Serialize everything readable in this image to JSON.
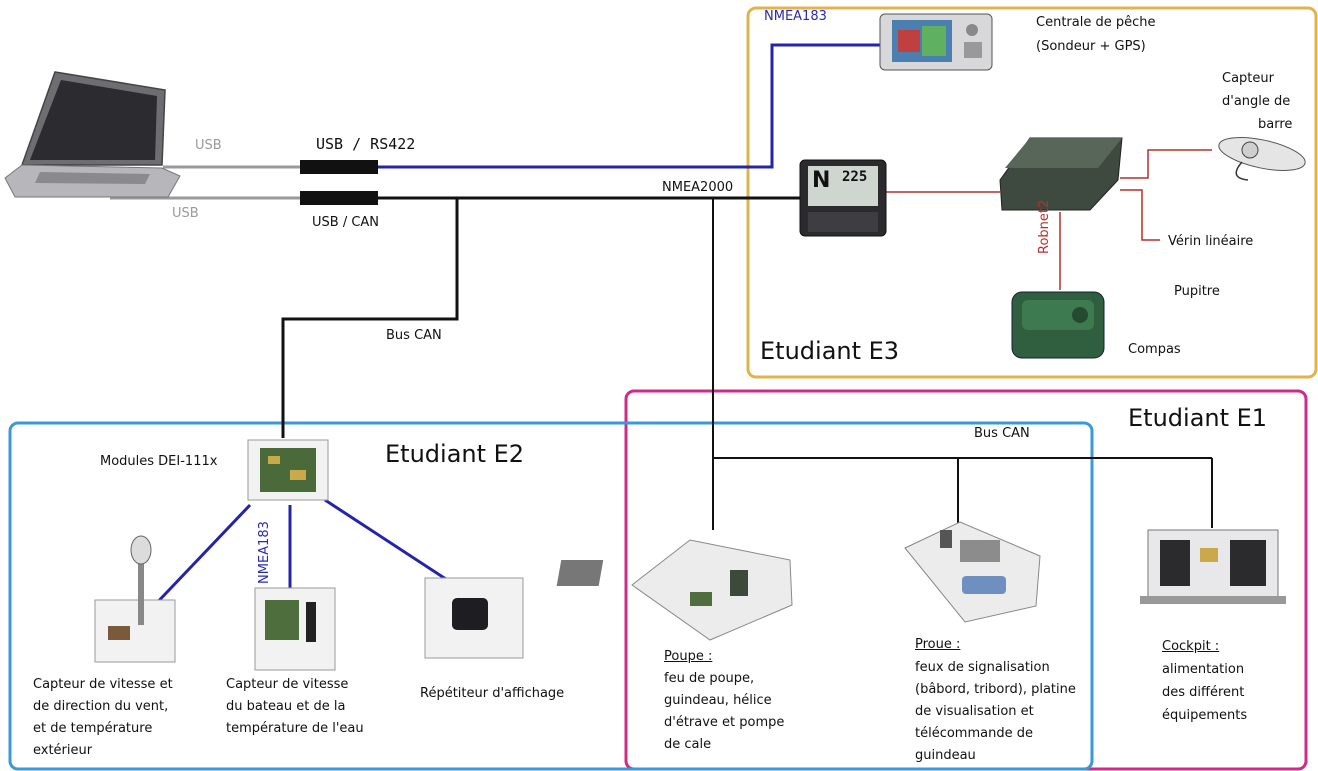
{
  "labels": {
    "nmea183_top": "NMEA183",
    "centrale": "Centrale de pêche",
    "centrale_sub": "(Sondeur + GPS)",
    "capteur_angle_1": "Capteur",
    "capteur_angle_2": "d'angle de",
    "capteur_angle_3": "barre",
    "usb1": "USB",
    "usb2": "USB",
    "usb_rs422": "USB / RS422",
    "usb_can": "USB / CAN",
    "nmea2000": "NMEA2000",
    "robnet2": "Robnet2",
    "verin": "Vérin linéaire",
    "pupitre": "Pupitre",
    "compas": "Compas",
    "bus_can_left": "Bus CAN",
    "bus_can_right": "Bus CAN",
    "etudiant_e3": "Etudiant E3",
    "etudiant_e1": "Etudiant E1",
    "etudiant_e2": "Etudiant E2",
    "modules": "Modules DEI-111x",
    "nmea183_vertical": "NMEA183",
    "cap_vent_1": "Capteur de vitesse et",
    "cap_vent_2": "de direction du vent,",
    "cap_vent_3": "et de température",
    "cap_vent_4": "extérieur",
    "cap_bateau_1": "Capteur de vitesse",
    "cap_bateau_2": "du bateau et de la",
    "cap_bateau_3": "température de l'eau",
    "repetiteur": "Répétiteur d'affichage",
    "poupe_title": "Poupe :",
    "poupe_1": "feu de poupe,",
    "poupe_2": "guindeau, hélice",
    "poupe_3": "d'étrave et pompe",
    "poupe_4": "de cale",
    "proue_title": "Proue :",
    "proue_1": "feux de signalisation",
    "proue_2": "(bâbord, tribord), platine",
    "proue_3": "de visualisation et",
    "proue_4": "télécommande de",
    "proue_5": "guindeau",
    "cockpit_title": "Cockpit :",
    "cockpit_1": "alimentation",
    "cockpit_2": "des différent",
    "cockpit_3": "équipements",
    "display_n": "N",
    "display_225": "225"
  },
  "colors": {
    "e3_box": "#e3b24a",
    "e1_box": "#d02a8a",
    "e2_box": "#3a9ad6",
    "nmea183_wire": "#2424a8",
    "robnet_wire": "#b5302a",
    "usb_wire": "#9a9a9a",
    "can_wire": "#111111"
  }
}
